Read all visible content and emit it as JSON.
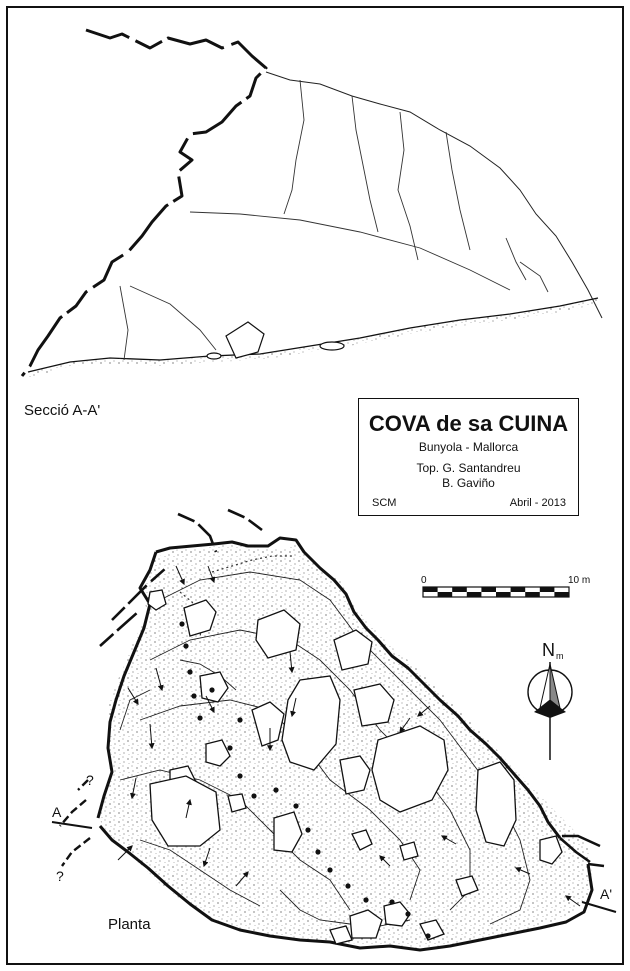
{
  "title_block": {
    "cave_name": "COVA de sa CUINA",
    "location": "Bunyola - Mallorca",
    "topography_line1": "Top. G. Santandreu",
    "topography_line2": "B. Gaviño",
    "organization": "SCM",
    "date": "Abril - 2013"
  },
  "labels": {
    "section": "Secció A-A'",
    "plan": "Planta",
    "section_start": "A",
    "section_end": "A'",
    "unknown_passage": "?"
  },
  "scale_bar": {
    "start_label": "0",
    "end_label": "10 m",
    "segments": 10
  },
  "north_arrow": {
    "letter": "N",
    "subscript": "m"
  },
  "colors": {
    "ink": "#111111",
    "paper": "#ffffff"
  }
}
